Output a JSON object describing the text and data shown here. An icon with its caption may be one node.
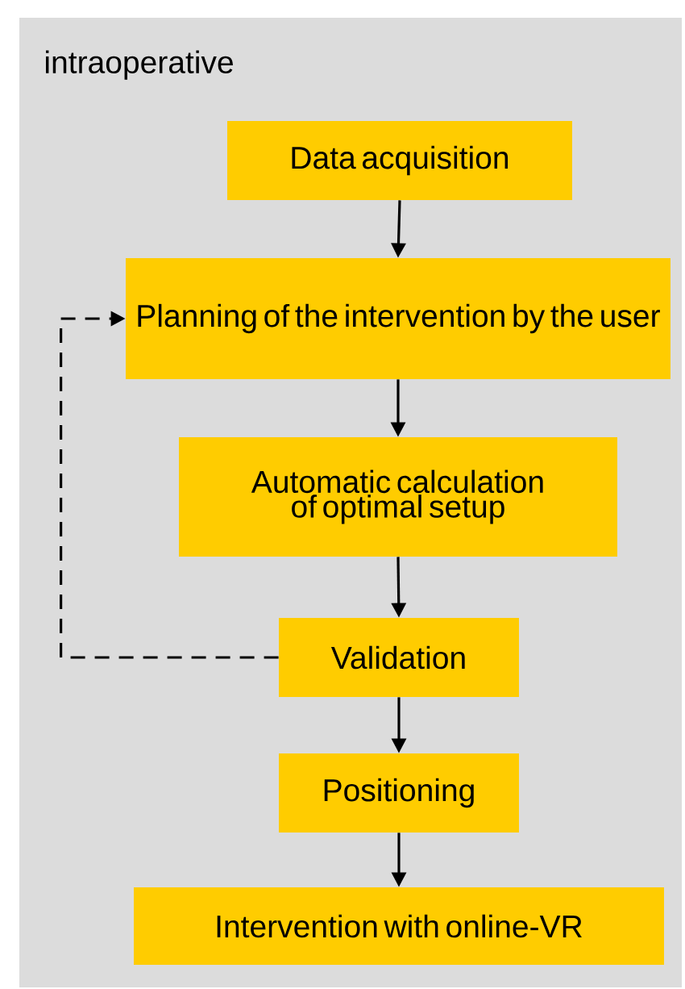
{
  "diagram": {
    "nodes": [
      {
        "text": [
          "intraoperative"
        ]
      },
      {
        "text": [
          "Data acquisition"
        ],
        "in": 0
      },
      {
        "text": [
          "Planning of the intervention by the user"
        ],
        "in": 0
      },
      {
        "text": [
          "Automatic calculation of optimal setup"
        ],
        "in": 0
      },
      {
        "text": [
          "Validation"
        ],
        "in": 0
      },
      {
        "text": [
          "Positioning"
        ],
        "in": 0
      },
      {
        "text": [
          "Intervention with online-VR"
        ],
        "in": 0
      }
    ],
    "edges": [
      {
        "from": 1,
        "to": 2,
        "arrow": "to"
      },
      {
        "from": 2,
        "to": 3,
        "arrow": "to"
      },
      {
        "from": 3,
        "to": 4,
        "arrow": "to"
      },
      {
        "from": 4,
        "to": 5,
        "arrow": "to"
      },
      {
        "from": 5,
        "to": 6,
        "arrow": "to"
      },
      {
        "from": 4,
        "to": 2,
        "arrow": "to",
        "style": "dashed"
      }
    ]
  }
}
